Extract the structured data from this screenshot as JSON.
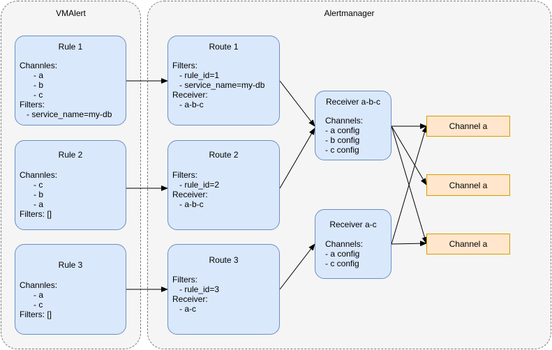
{
  "groups": {
    "vmalert": "VMAlert",
    "alertmanager": "Alertmanager"
  },
  "rules": [
    {
      "title": "Rule 1",
      "lines": "Channles:\n      - a\n      - b\n      - c\nFilters:\n   - service_name=my-db"
    },
    {
      "title": "Rule 2",
      "lines": "Channles:\n      - c\n      - b\n      - a\nFilters: []"
    },
    {
      "title": "Rule 3",
      "lines": "Channles:\n      - a\n      - c\nFilters: []"
    }
  ],
  "routes": [
    {
      "title": "Route 1",
      "lines": "Filters:\n   - rule_id=1\n   - service_name=my-db\nReceiver:\n   - a-b-c"
    },
    {
      "title": "Route 2",
      "lines": "Filters:\n   - rule_id=2\nReceiver:\n   - a-b-c"
    },
    {
      "title": "Route 3",
      "lines": "Filters:\n   - rule_id=3\nReceiver:\n   - a-c"
    }
  ],
  "receivers": [
    {
      "title": "Receiver a-b-c",
      "lines": "Channels:\n- a config\n- b config\n- c config"
    },
    {
      "title": "Receiver a-c",
      "lines": "Channels:\n- a config\n- c config"
    }
  ],
  "channels": [
    "Channel a",
    "Channel a",
    "Channel a"
  ],
  "colors": {
    "box_fill": "#dae8fc",
    "box_stroke": "#6c8ebf",
    "channel_fill": "#ffe6cc",
    "channel_stroke": "#d79b00",
    "group_fill": "#f5f5f5"
  }
}
